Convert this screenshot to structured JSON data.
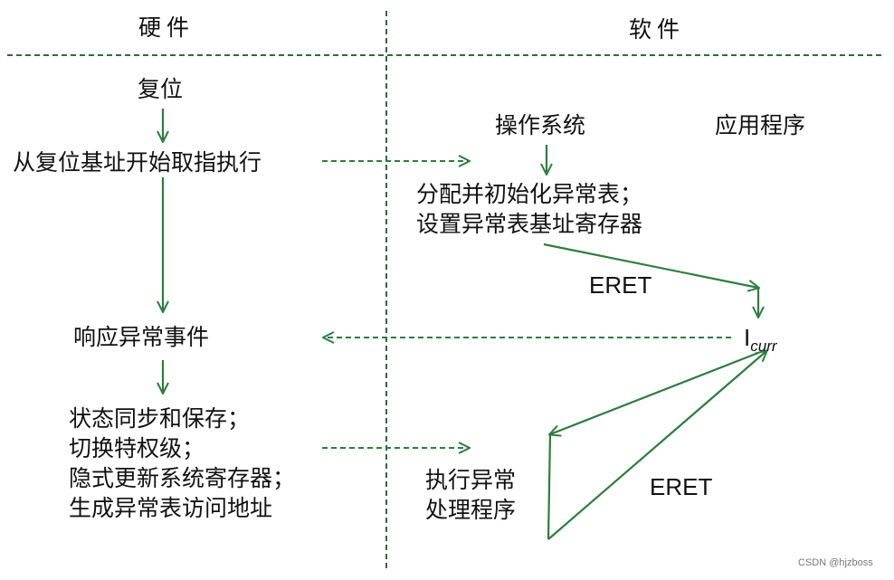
{
  "headers": {
    "hardware": "硬件",
    "software": "软件"
  },
  "hardware_flow": {
    "reset": "复位",
    "fetch": "从复位基址开始取指执行",
    "respond": "响应异常事件",
    "actions": "状态同步和保存；\n切换特权级；\n隐式更新系统寄存器；\n生成异常表访问地址"
  },
  "software_flow": {
    "os": "操作系统",
    "app": "应用程序",
    "init": "分配并初始化异常表；\n设置异常表基址寄存器",
    "eret_top": "ERET",
    "icurr_main": "I",
    "icurr_sub": "curr",
    "handler": "执行异常\n处理程序",
    "eret_bottom": "ERET"
  },
  "watermark": "CSDN @hjzboss",
  "colors": {
    "arrow": "#2e7d3e",
    "divider": "#2e6b3b",
    "text": "#111111"
  }
}
